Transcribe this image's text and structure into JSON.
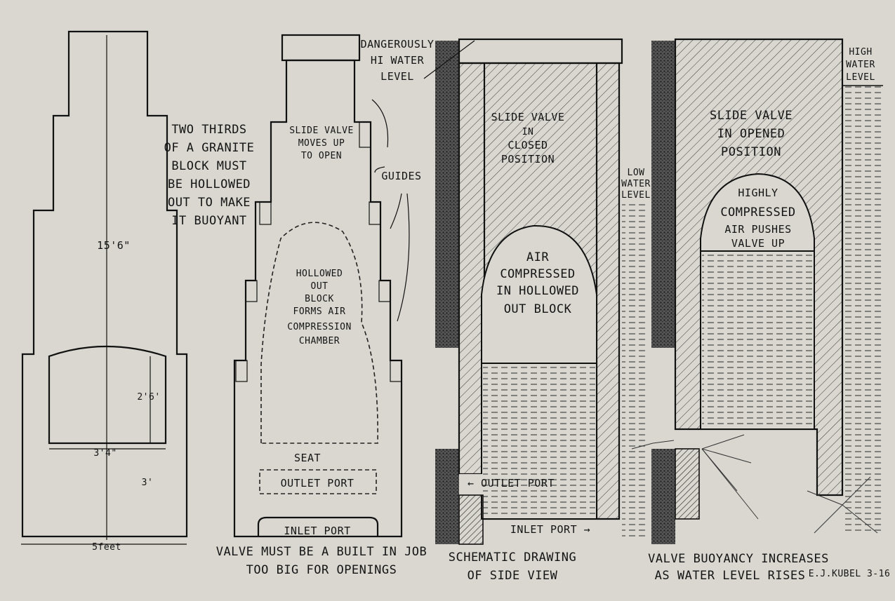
{
  "panels": {
    "block": {
      "note": [
        "TWO THIRDS",
        "OF A GRANITE",
        "BLOCK MUST",
        "BE HOLLOWED",
        "OUT TO MAKE",
        "IT BUOYANT"
      ],
      "dim_height": "15'6\"",
      "dim_inner_height": "2'6'",
      "dim_inner_width": "3'4\"",
      "dim_base_height": "3'",
      "dim_width": "5feet"
    },
    "valve": {
      "slide_valve_note": [
        "SLIDE VALVE",
        "MOVES UP",
        "TO OPEN"
      ],
      "guides": "GUIDES",
      "chamber_note": [
        "HOLLOWED",
        "OUT",
        "BLOCK",
        "FORMS AIR",
        "COMPRESSION",
        "CHAMBER"
      ],
      "seat": "SEAT",
      "outlet_port": "OUTLET PORT",
      "inlet_port": "INLET PORT",
      "caption": [
        "VALVE MUST BE A BUILT IN JOB",
        "TOO BIG FOR OPENINGS"
      ]
    },
    "closed": {
      "hi_water": [
        "DANGEROUSLY",
        "HI WATER",
        "LEVEL"
      ],
      "valve_label": [
        "SLIDE VALVE",
        "IN",
        "CLOSED",
        "POSITION"
      ],
      "low_water": [
        "LOW",
        "WATER",
        "LEVEL"
      ],
      "air_label": [
        "AIR",
        "COMPRESSED",
        "IN HOLLOWED",
        "OUT BLOCK"
      ],
      "outlet_port": "← OUTLET PORT",
      "inlet_port": "INLET PORT →",
      "caption": [
        "SCHEMATIC DRAWING",
        "OF SIDE VIEW"
      ]
    },
    "opened": {
      "high_water": [
        "HIGH",
        "WATER",
        "LEVEL"
      ],
      "valve_label": [
        "SLIDE VALVE",
        "IN OPENED",
        "POSITION"
      ],
      "air_label": [
        "HIGHLY",
        "COMPRESSED",
        "AIR PUSHES",
        "VALVE UP"
      ],
      "caption": [
        "VALVE BUOYANCY INCREASES",
        "AS WATER LEVEL RISES"
      ],
      "signature": "E.J.KUBEL 3-16"
    }
  },
  "colors": {
    "paper": "#d9d7d0",
    "ink": "#111111",
    "hatch": "#3a3a3a",
    "wall": "#2b2b2b"
  }
}
